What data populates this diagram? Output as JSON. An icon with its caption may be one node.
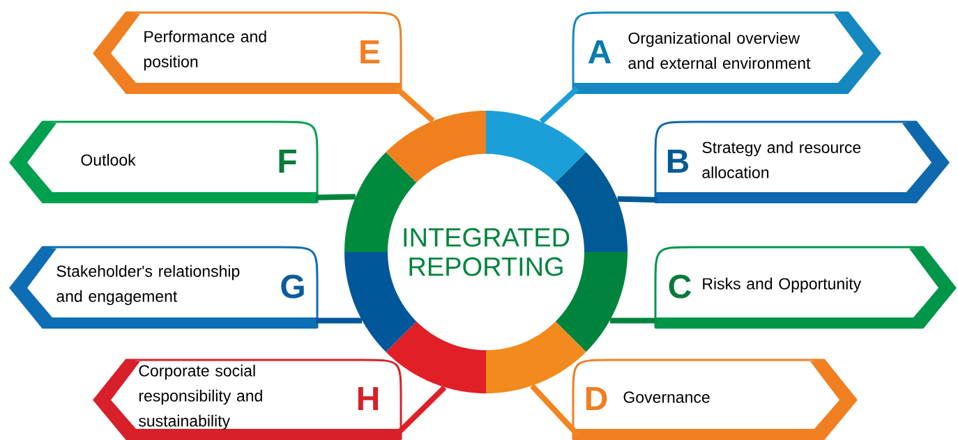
{
  "diagram": {
    "nodes": [
      {
        "text": [
          "INTEGRATED REPORTING"
        ]
      },
      {
        "text": [
          "Performance and position",
          "E"
        ]
      },
      {
        "text": [
          "A",
          "Organizational overview and external environment"
        ]
      },
      {
        "text": [
          "Outlook",
          "F"
        ]
      },
      {
        "text": [
          "B",
          "Strategy and resource allocation"
        ]
      },
      {
        "text": [
          "Stakeholder's relationship and engagement",
          "G"
        ]
      },
      {
        "text": [
          "C",
          "Risks and Opportunity"
        ]
      },
      {
        "text": [
          "Corporate social responsibility and sustainability",
          "H"
        ]
      },
      {
        "text": [
          "D",
          "Governance"
        ]
      }
    ],
    "edges": [
      {
        "from": 0,
        "to": 1,
        "arrow": "none",
        "color": "#f3841f"
      },
      {
        "from": 0,
        "to": 2,
        "arrow": "none",
        "color": "#1a9fd8"
      },
      {
        "from": 0,
        "to": 3,
        "arrow": "none",
        "color": "#00843d"
      },
      {
        "from": 0,
        "to": 4,
        "arrow": "none",
        "color": "#005a96"
      },
      {
        "from": 0,
        "to": 5,
        "arrow": "none",
        "color": "#00579a"
      },
      {
        "from": 0,
        "to": 6,
        "arrow": "none",
        "color": "#00843d"
      },
      {
        "from": 0,
        "to": 7,
        "arrow": "none",
        "color": "#e01f26"
      },
      {
        "from": 0,
        "to": 8,
        "arrow": "none",
        "color": "#f3841f"
      }
    ]
  }
}
